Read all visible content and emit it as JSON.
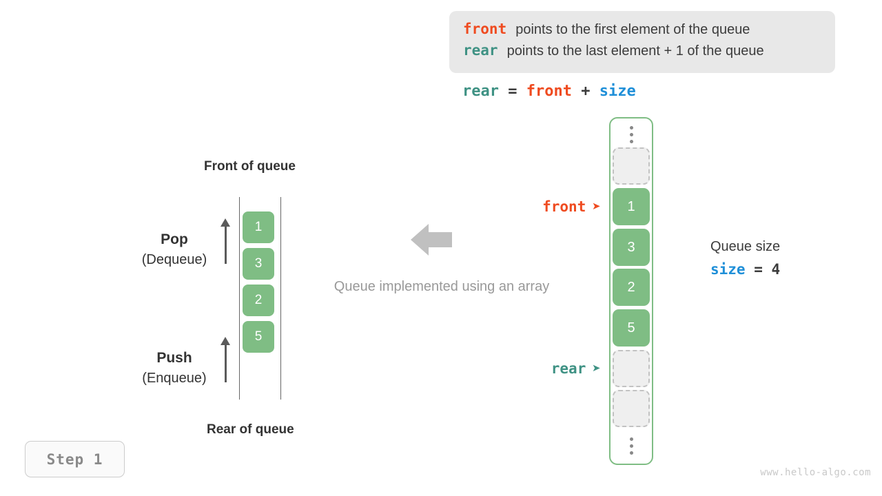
{
  "legend": {
    "lines": [
      {
        "keyword": "front",
        "keyword_color": "#ef4b20",
        "text": "points to the first element of the queue"
      },
      {
        "keyword": "rear",
        "keyword_color": "#3f9284",
        "text": "points to the last element + 1 of the queue"
      }
    ]
  },
  "formula": {
    "lhs": "rear",
    "equals": "=",
    "rhs1": "front",
    "plus": "+",
    "rhs2": "size"
  },
  "left_queue": {
    "front_label": "Front of queue",
    "rear_label": "Rear of queue",
    "pop": {
      "main": "Pop",
      "sub": "(Dequeue)"
    },
    "push": {
      "main": "Push",
      "sub": "(Enqueue)"
    },
    "cells": [
      "1",
      "3",
      "2",
      "5"
    ]
  },
  "center": {
    "caption": "Queue implemented using an array",
    "arrow_icon": "left-arrow-icon",
    "arrow_color": "#c0c0c0"
  },
  "array": {
    "top_ellipsis": "⋮",
    "bottom_ellipsis": "⋮",
    "slots": [
      {
        "type": "empty",
        "value": ""
      },
      {
        "type": "filled",
        "value": "1"
      },
      {
        "type": "filled",
        "value": "3"
      },
      {
        "type": "filled",
        "value": "2"
      },
      {
        "type": "filled",
        "value": "5"
      },
      {
        "type": "empty",
        "value": ""
      },
      {
        "type": "empty",
        "value": ""
      }
    ],
    "pointers": [
      {
        "name": "front",
        "label": "front",
        "color": "#ef4b20",
        "arrow": "➤",
        "target_index": 1
      },
      {
        "name": "rear",
        "label": "rear",
        "color": "#3f9284",
        "arrow": "➤",
        "target_index": 5
      }
    ],
    "border_color": "#7fbd84",
    "filled_color": "#7fbd84",
    "empty_color": "#efefef"
  },
  "size_annotation": {
    "title": "Queue size",
    "var": "size",
    "equals": "=",
    "value": "4",
    "var_color": "#1f8fd8"
  },
  "step_badge": {
    "label": "Step 1"
  },
  "watermark": {
    "text": "www.hello-algo.com"
  }
}
